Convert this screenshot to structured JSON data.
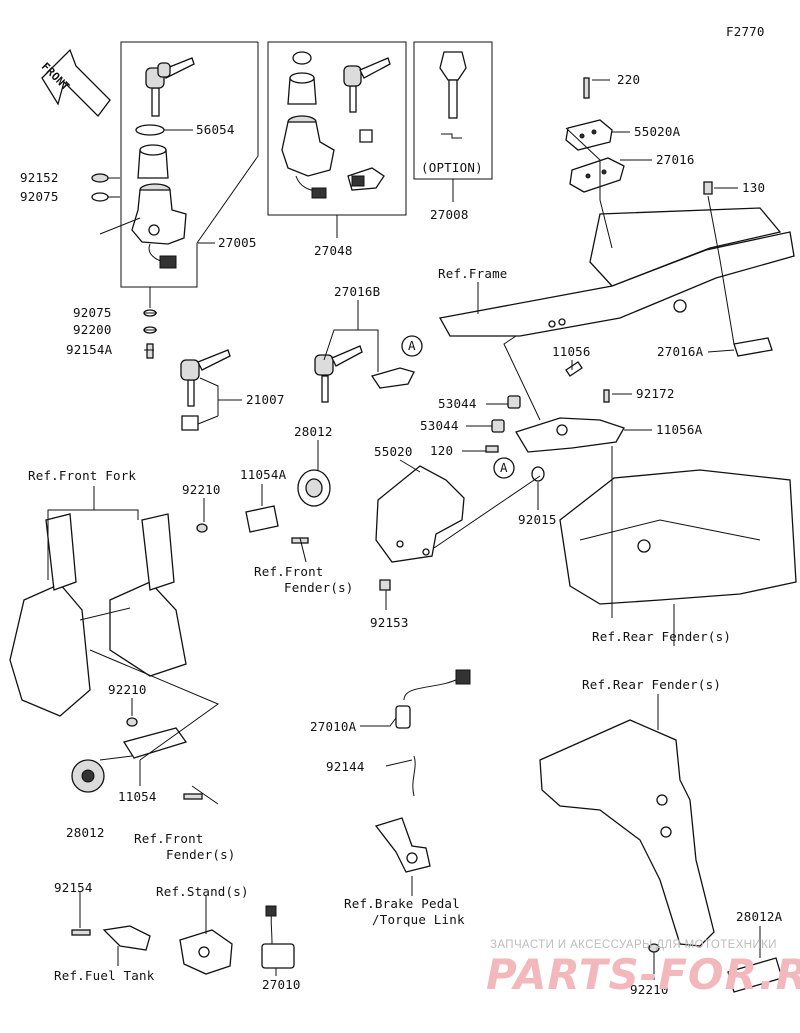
{
  "figure_code": "F2770",
  "front_label": "FRONT",
  "option_label": "(OPTION)",
  "callouts": {
    "p220": "220",
    "p55020A": "55020A",
    "p27016": "27016",
    "p130": "130",
    "p56054": "56054",
    "p92152": "92152",
    "p92075a": "92075",
    "p27005": "27005",
    "p27048": "27048",
    "p27008": "27008",
    "p92075b": "92075",
    "p92200": "92200",
    "p92154A": "92154A",
    "p21007": "21007",
    "p27016B": "27016B",
    "p11056": "11056",
    "p92172": "92172",
    "p53044a": "53044",
    "p53044b": "53044",
    "p11056A": "11056A",
    "p27016A": "27016A",
    "p120": "120",
    "p55020": "55020",
    "p92015": "92015",
    "p92153": "92153",
    "p28012a": "28012",
    "p11054A": "11054A",
    "p92210a": "92210",
    "p92210b": "92210",
    "p11054": "11054",
    "p28012b": "28012",
    "p27010A": "27010A",
    "p92144": "92144",
    "p92154": "92154",
    "p27010": "27010",
    "p28012A": "28012A",
    "p92210c": "92210"
  },
  "refs": {
    "frame": "Ref.Frame",
    "front_fork": "Ref.Front Fork",
    "front_fender_1a": "Ref.Front",
    "front_fender_1b": "Fender(s)",
    "front_fender_2a": "Ref.Front",
    "front_fender_2b": "Fender(s)",
    "rear_fender_1": "Ref.Rear Fender(s)",
    "rear_fender_2": "Ref.Rear Fender(s)",
    "brake_pedal_a": "Ref.Brake Pedal",
    "brake_pedal_b": "/Torque Link",
    "stand": "Ref.Stand(s)",
    "fuel_tank": "Ref.Fuel Tank"
  },
  "markers": {
    "a1": "A",
    "a2": "A"
  },
  "watermark": {
    "line1": "ЗАПЧАСТИ И АКСЕССУАРЫ ДЛЯ МОТОТЕХНИКИ",
    "logo": "PARTS-FOR.RU"
  }
}
